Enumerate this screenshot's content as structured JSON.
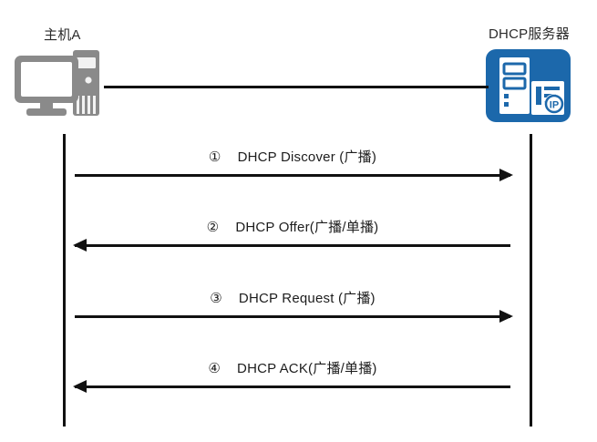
{
  "diagram": {
    "title_host": "主机A",
    "title_server": "DHCP服务器",
    "host_icon_name": "desktop-computer-icon",
    "server_icon_name": "dhcp-server-icon",
    "colors": {
      "server_blue": "#1c68ab",
      "host_gray": "#8a8a8a",
      "line_black": "#111111"
    },
    "messages": [
      {
        "number": "①",
        "label": "DHCP Discover (广播)",
        "direction": "right",
        "from": "主机A",
        "to": "DHCP服务器"
      },
      {
        "number": "②",
        "label": "DHCP Offer(广播/单播)",
        "direction": "left",
        "from": "DHCP服务器",
        "to": "主机A"
      },
      {
        "number": "③",
        "label": "DHCP Request (广播)",
        "direction": "right",
        "from": "主机A",
        "to": "DHCP服务器"
      },
      {
        "number": "④",
        "label": "DHCP ACK(广播/单播)",
        "direction": "left",
        "from": "DHCP服务器",
        "to": "主机A"
      }
    ],
    "server_badge_text": "IP"
  }
}
